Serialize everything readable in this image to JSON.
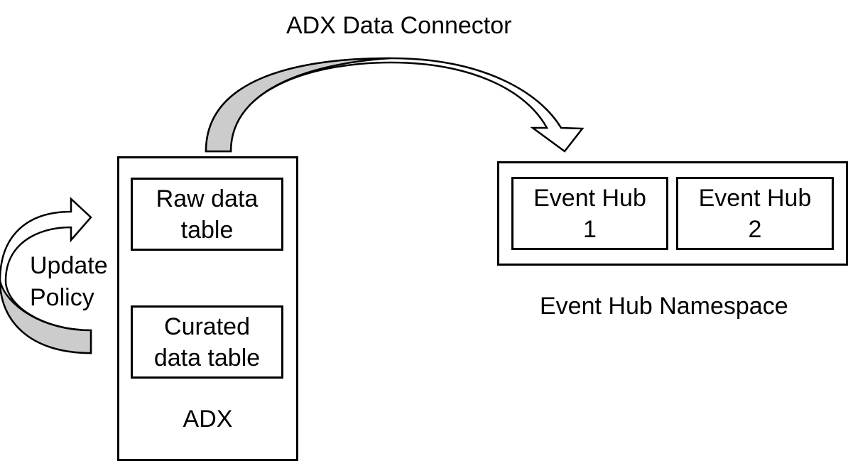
{
  "connector": {
    "label": "ADX Data Connector"
  },
  "adx": {
    "label": "ADX",
    "raw_table": [
      "Raw data",
      "table"
    ],
    "curated_table": [
      "Curated",
      "data table"
    ]
  },
  "update_policy": {
    "label_lines": [
      "Update",
      "Policy"
    ]
  },
  "event_hub_namespace": {
    "label": "Event Hub Namespace",
    "hubs": [
      [
        "Event Hub",
        "1"
      ],
      [
        "Event Hub",
        "2"
      ]
    ]
  },
  "colors": {
    "arrow_fill": "#cccccc",
    "stroke": "#000000",
    "background": "#ffffff"
  }
}
